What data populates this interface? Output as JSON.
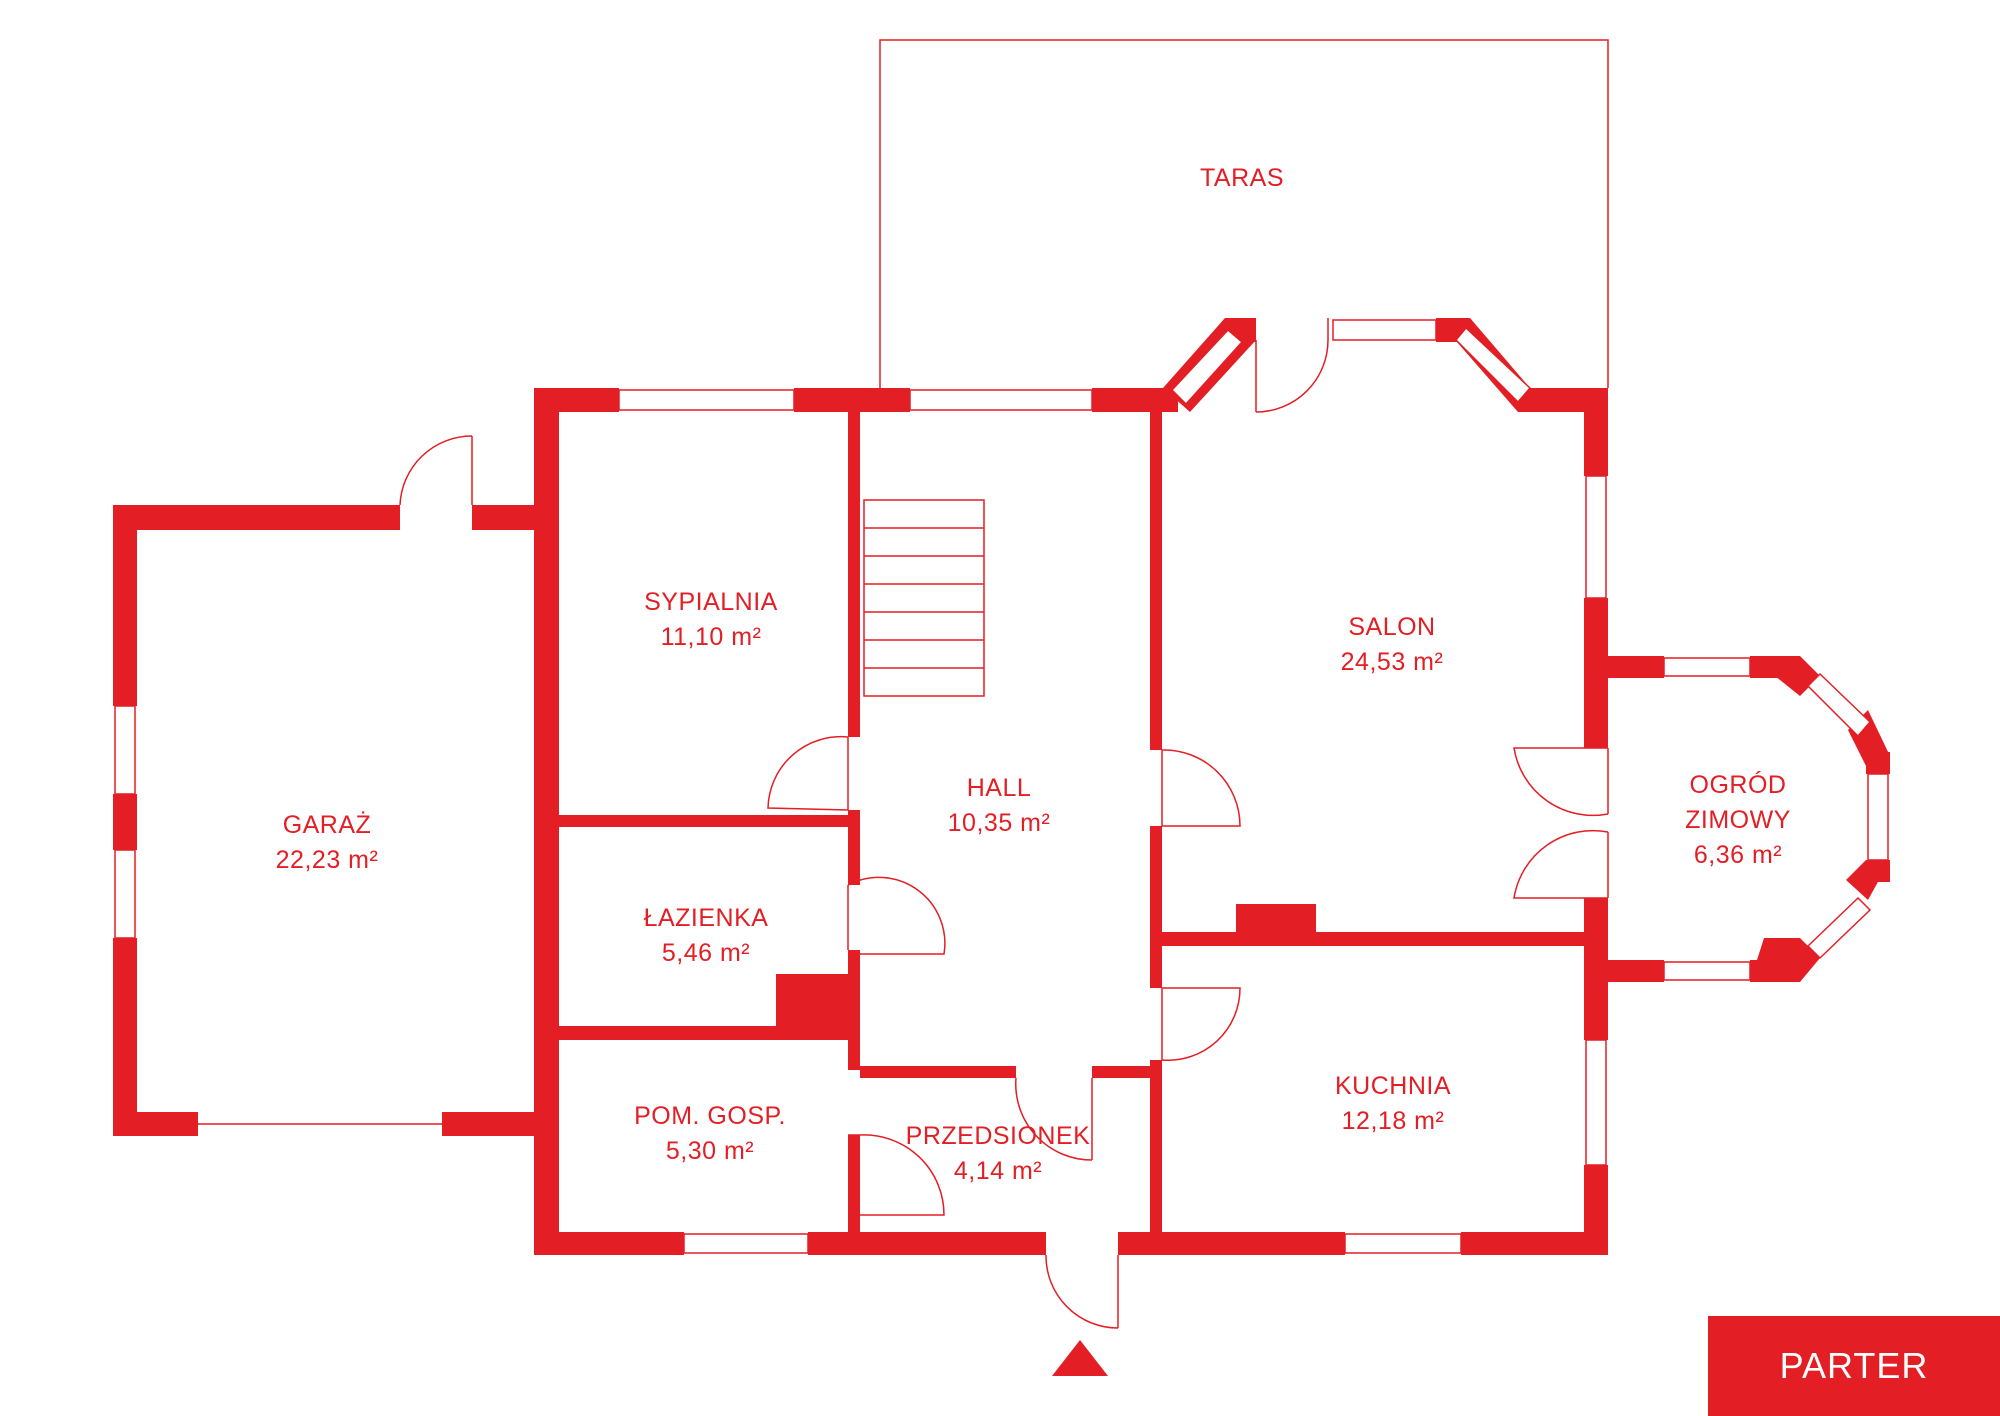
{
  "colors": {
    "wall": "#e31e24",
    "text": "#e31e24",
    "background": "#ffffff",
    "badge_text": "#ffffff"
  },
  "rooms": {
    "taras": {
      "name": "TARAS"
    },
    "sypialnia": {
      "name": "SYPIALNIA",
      "area": "11,10 m²"
    },
    "salon": {
      "name": "SALON",
      "area": "24,53 m²"
    },
    "garaz": {
      "name": "GARAŻ",
      "area": "22,23 m²"
    },
    "hall": {
      "name": "HALL",
      "area": "10,35 m²"
    },
    "ogrod": {
      "name_line1": "OGRÓD",
      "name_line2": "ZIMOWY",
      "area": "6,36 m²"
    },
    "lazienka": {
      "name": "ŁAZIENKA",
      "area": "5,46 m²"
    },
    "kuchnia": {
      "name": "KUCHNIA",
      "area": "12,18 m²"
    },
    "pom_gosp": {
      "name": "POM. GOSP.",
      "area": "5,30 m²"
    },
    "przedsionek": {
      "name": "PRZEDSIONEK",
      "area": "4,14 m²"
    }
  },
  "floor_badge": {
    "label": "PARTER"
  },
  "icons": {
    "entrance": "triangle-up-icon"
  }
}
